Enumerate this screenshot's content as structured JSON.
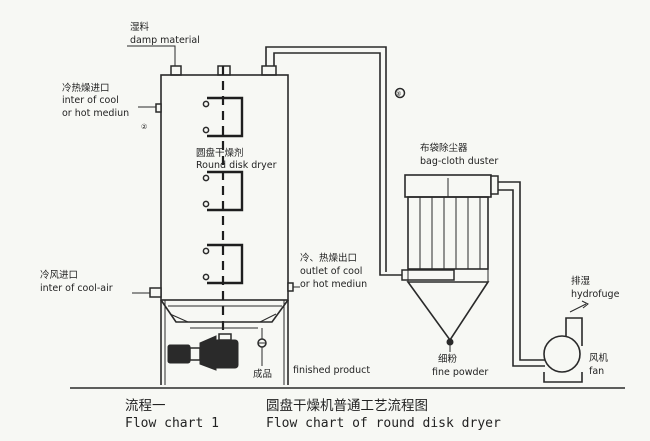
{
  "labels": {
    "damp_cn": "湿料",
    "damp_en": "damp material",
    "inlet_cn": "冷热燥进口",
    "inlet_en1": "inter of cool",
    "inlet_en2": "or hot mediun",
    "dryer_cn": "圆盘干燥剂",
    "dryer_en": "Round disk dryer",
    "outlet_cn": "冷、热燥出口",
    "outlet_en1": "outlet of cool",
    "outlet_en2": "or hot mediun",
    "coolair_cn": "冷风进口",
    "coolair_en": "inter of cool-air",
    "product_cn": "成品",
    "product_en": "finished product",
    "duster_cn": "布袋除尘器",
    "duster_en": "bag-cloth duster",
    "fine_cn": "细粉",
    "fine_en": "fine powder",
    "hydro_cn": "排湿",
    "hydro_en": "hydrofuge",
    "fan_cn": "风机",
    "fan_en": "fan",
    "num_2": "②",
    "num_3": "③"
  },
  "captions": {
    "left_cn": "流程一",
    "left_en": "Flow chart 1",
    "right_cn": "圆盘干燥机普通工艺流程图",
    "right_en": "Flow chart of round disk dryer"
  }
}
